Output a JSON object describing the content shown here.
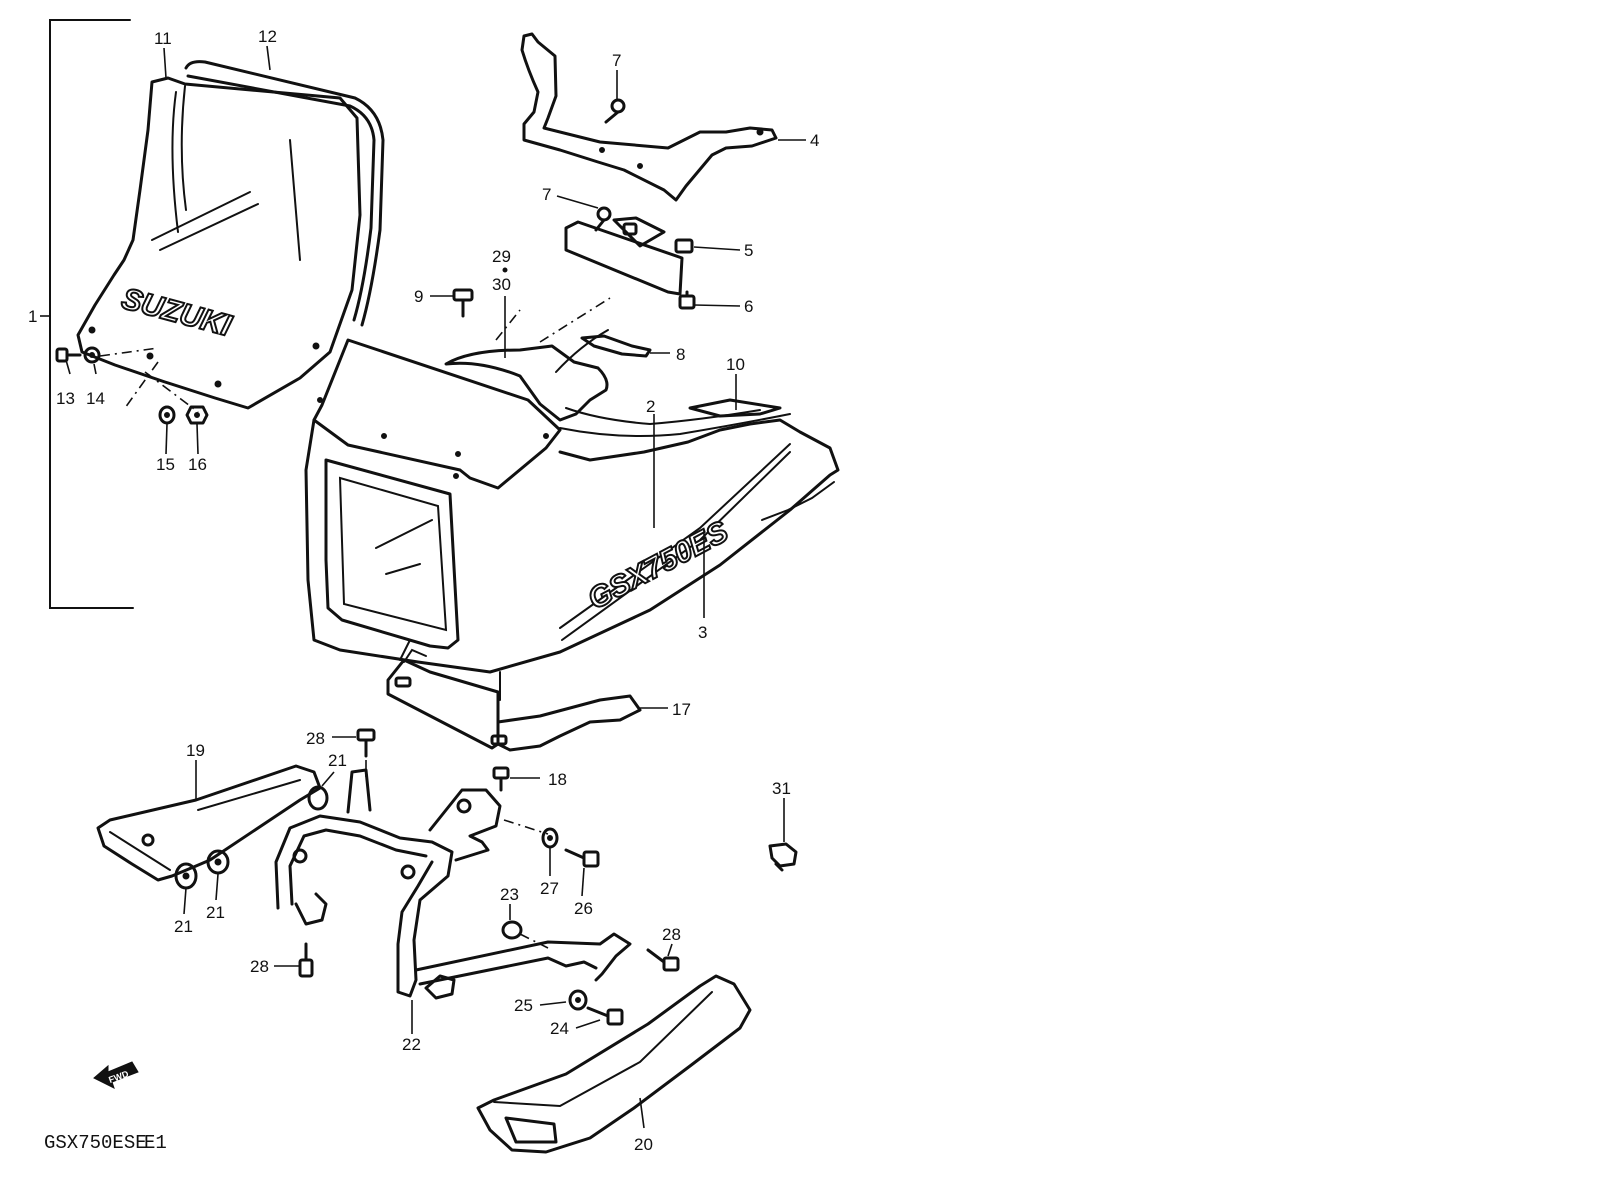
{
  "diagram": {
    "model_code": "GSX750ESE",
    "variant": "E1",
    "direction_marker": "FWD",
    "windscreen_logo": "SUZUKI",
    "cowl_decal": "GSX750ES"
  },
  "callouts": {
    "c1": "1",
    "c2": "2",
    "c3": "3",
    "c4": "4",
    "c5": "5",
    "c6": "6",
    "c7a": "7",
    "c7b": "7",
    "c8": "8",
    "c9": "9",
    "c10": "10",
    "c11": "11",
    "c12": "12",
    "c13": "13",
    "c14": "14",
    "c15": "15",
    "c16": "16",
    "c17": "17",
    "c18": "18",
    "c19": "19",
    "c20": "20",
    "c21a": "21",
    "c21b": "21",
    "c21c": "21",
    "c22": "22",
    "c23": "23",
    "c24": "24",
    "c25": "25",
    "c26": "26",
    "c27": "27",
    "c28a": "28",
    "c28b": "28",
    "c28c": "28",
    "c29": "29",
    "c30": "30",
    "c31": "31"
  }
}
